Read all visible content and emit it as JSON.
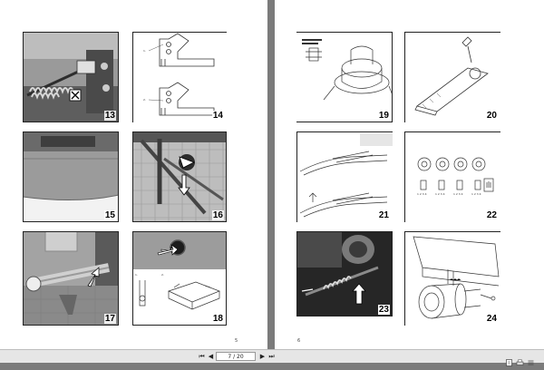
{
  "pages": {
    "left": {
      "page_number": "5",
      "figures": [
        {
          "label": "13"
        },
        {
          "label": "14"
        },
        {
          "label": "15"
        },
        {
          "label": "16"
        },
        {
          "label": "17"
        },
        {
          "label": "18"
        }
      ]
    },
    "right": {
      "page_number": "6",
      "figures": [
        {
          "label": "19"
        },
        {
          "label": "20"
        },
        {
          "label": "21"
        },
        {
          "label": "22"
        },
        {
          "label": "23"
        },
        {
          "label": "24"
        }
      ]
    }
  },
  "figure_texts": {
    "fig14_label_1": "1.",
    "fig14_label_2": "2.",
    "fig18_step1": "1.",
    "fig18_step2": "2.",
    "fig22_labels": [
      "1 2 3 4",
      "1 2 3 4",
      "1 2 3 4",
      "1 2 3 4"
    ]
  },
  "toolbar": {
    "first_icon": "first-page-icon",
    "prev_icon": "previous-page-icon",
    "page_indicator": "7 / 20",
    "next_icon": "next-page-icon",
    "last_icon": "last-page-icon",
    "right_icons": [
      "document-icon",
      "print-icon",
      "menu-icon"
    ]
  },
  "colors": {
    "background": "#7b7b7b",
    "page": "#ffffff",
    "toolbar": "#e6e6e6"
  }
}
